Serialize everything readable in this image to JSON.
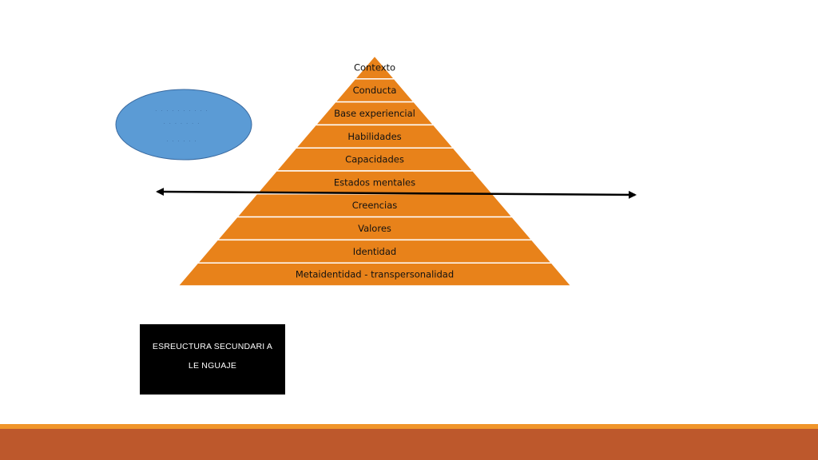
{
  "pyramid": {
    "levels": [
      "Contexto",
      "Conducta",
      "Base experiencial",
      "Habilidades",
      "Capacidades",
      "Estados mentales",
      "Creencias",
      "Valores",
      "Identidad",
      "Metaidentidad - transpersonalidad"
    ],
    "fill_color": "#e8821a",
    "separator_color": "#ffffff"
  },
  "ellipse": {
    "fill_color": "#5b9bd5",
    "stroke_color": "#3a6aa0",
    "dot_lines": [
      "· · · · · · · · · ·",
      "· · · · · · ·",
      "· · · · · ·"
    ]
  },
  "arrow": {
    "color": "#000000",
    "style": "double-headed"
  },
  "black_box": {
    "line1": "ESREUCTURA SECUNDARI A",
    "line2": "LE NGUAJE"
  },
  "footer": {
    "thin_color": "#f0952a",
    "bar_color": "#bd582c"
  }
}
